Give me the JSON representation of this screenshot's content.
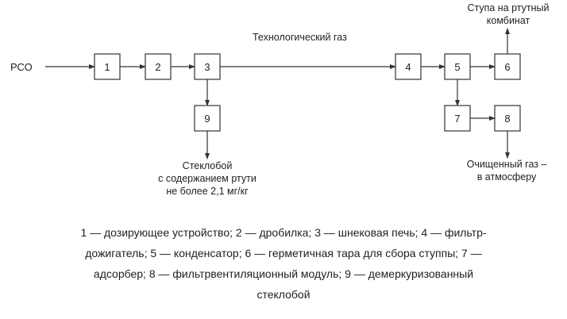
{
  "input_label": "РСО",
  "gas_label": "Технологический газ",
  "boxes": [
    "1",
    "2",
    "3",
    "4",
    "5",
    "6",
    "7",
    "8",
    "9"
  ],
  "output_6": [
    "Ступа на ртутный",
    "комбинат"
  ],
  "output_8": [
    "Очищенный газ –",
    "в атмосферу"
  ],
  "output_9": [
    "Стеклобой",
    "с содержанием ртути",
    "не более 2,1 мг/кг"
  ],
  "caption": [
    "1 — дозирующее устройство; 2 — дробилка; 3 — шнековая печь; 4 — фильтр-",
    "дожигатель; 5 — конденсатор; 6 — герметичная тара для сбора ступпы; 7 —",
    "адсорбер; 8 — фильтрвентиляционный модуль; 9 — демеркуризованный",
    "стеклобой"
  ]
}
